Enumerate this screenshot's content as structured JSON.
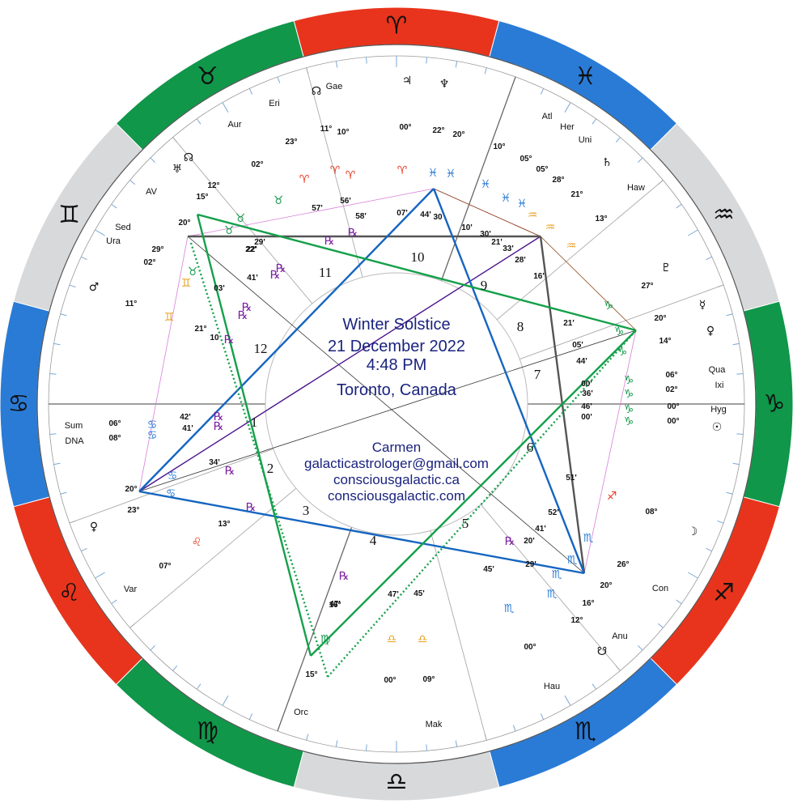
{
  "chart_info": {
    "event": "Winter Solstice",
    "date": "21 December 2022",
    "time": "4:48 PM",
    "place": "Toronto, Canada",
    "author": "Carmen",
    "email": "galacticastrologer@gmail.com",
    "site1": "consciousgalactic.ca",
    "site2": "consciousgalactic.com"
  },
  "zodiac": [
    {
      "name": "Aries",
      "glyph": "♈",
      "color": "#e8341c"
    },
    {
      "name": "Pisces",
      "glyph": "♓",
      "color": "#2a7bd6"
    },
    {
      "name": "Aquarius",
      "glyph": "♒",
      "color": "#d8d9db"
    },
    {
      "name": "Capricorn",
      "glyph": "♑",
      "color": "#10974a"
    },
    {
      "name": "Sagittarius",
      "glyph": "♐",
      "color": "#e8341c"
    },
    {
      "name": "Scorpio",
      "glyph": "♏",
      "color": "#2a7bd6"
    },
    {
      "name": "Libra",
      "glyph": "♎",
      "color": "#d8d9db"
    },
    {
      "name": "Virgo",
      "glyph": "♍",
      "color": "#10974a"
    },
    {
      "name": "Leo",
      "glyph": "♌",
      "color": "#e8341c"
    },
    {
      "name": "Cancer",
      "glyph": "♋",
      "color": "#2a7bd6"
    },
    {
      "name": "Gemini",
      "glyph": "♊",
      "color": "#d8d9db"
    },
    {
      "name": "Taurus",
      "glyph": "♉",
      "color": "#10974a"
    }
  ],
  "houses": [
    "1",
    "2",
    "3",
    "4",
    "5",
    "6",
    "7",
    "8",
    "9",
    "10",
    "11",
    "12"
  ],
  "points": [
    "Gae",
    "Eri",
    "Aur",
    "AV",
    "Sed",
    "Ura",
    "Sum",
    "DNA",
    "Var",
    "Orc",
    "Mak",
    "Hau",
    "Anu",
    "Con",
    "Hyg",
    "Ixi",
    "Qua",
    "Haw",
    "Uni",
    "Her",
    "Atl"
  ],
  "degrees": [
    "11°",
    "10°",
    "00°",
    "22°",
    "20°",
    "10°",
    "05°",
    "05°",
    "28°",
    "21°",
    "13°",
    "27°",
    "20°",
    "14°",
    "06°",
    "02°",
    "00°",
    "00°",
    "08°",
    "26°",
    "20°",
    "16°",
    "12°",
    "00°",
    "09°",
    "00°",
    "15°",
    "16°",
    "13°",
    "07°",
    "23°",
    "20°",
    "08°",
    "06°",
    "21°",
    "11°",
    "02°",
    "29°",
    "20°",
    "15°",
    "12°",
    "02°",
    "23°"
  ],
  "minutes": [
    "57'",
    "56'",
    "58'",
    "07'",
    "44'",
    "30",
    "10'",
    "30'",
    "21'",
    "33'",
    "28'",
    "16'",
    "21'",
    "05'",
    "44'",
    "00'",
    "36'",
    "46'",
    "00'",
    "51'",
    "52'",
    "41'",
    "20'",
    "29'",
    "45'",
    "47'",
    "45'",
    "47'",
    "34'",
    "42'",
    "41'",
    "10",
    "03'",
    "41'",
    "29'",
    "22'",
    "22'"
  ],
  "aspect_colors": {
    "green": "#14a04a",
    "blue": "#1565c0",
    "gray": "#555555",
    "purple": "#4a148c",
    "pink": "#d87fd8",
    "brown": "#8b4513"
  }
}
